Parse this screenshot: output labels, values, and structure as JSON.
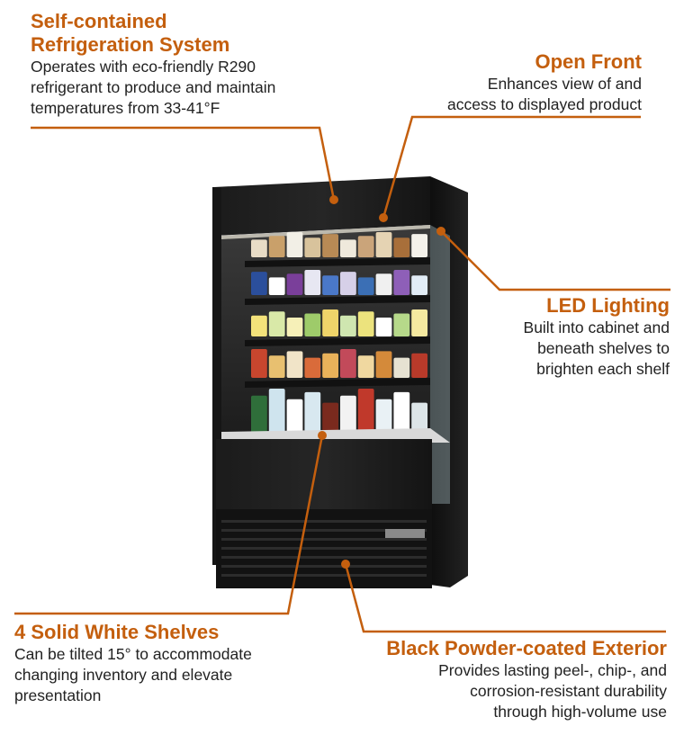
{
  "accent_color": "#c45f0e",
  "callouts": [
    {
      "id": "refrigeration",
      "title": "Self-contained\nRefrigeration System",
      "description": "Operates with eco-friendly R290\nrefrigerant to produce and maintain\ntemperatures from 33-41°F"
    },
    {
      "id": "open-front",
      "title": "Open Front",
      "description": "Enhances view of and\naccess to displayed product"
    },
    {
      "id": "led-lighting",
      "title": "LED Lighting",
      "description": "Built into cabinet and\nbeneath shelves to\nbrighten each shelf"
    },
    {
      "id": "shelves",
      "title": "4 Solid White Shelves",
      "description": "Can be tilted 15° to accommodate\nchanging inventory and elevate\npresentation"
    },
    {
      "id": "exterior",
      "title": "Black Powder-coated Exterior",
      "description": "Provides lasting peel-, chip-, and\ncorrosion-resistant durability\nthrough high-volume use"
    }
  ]
}
